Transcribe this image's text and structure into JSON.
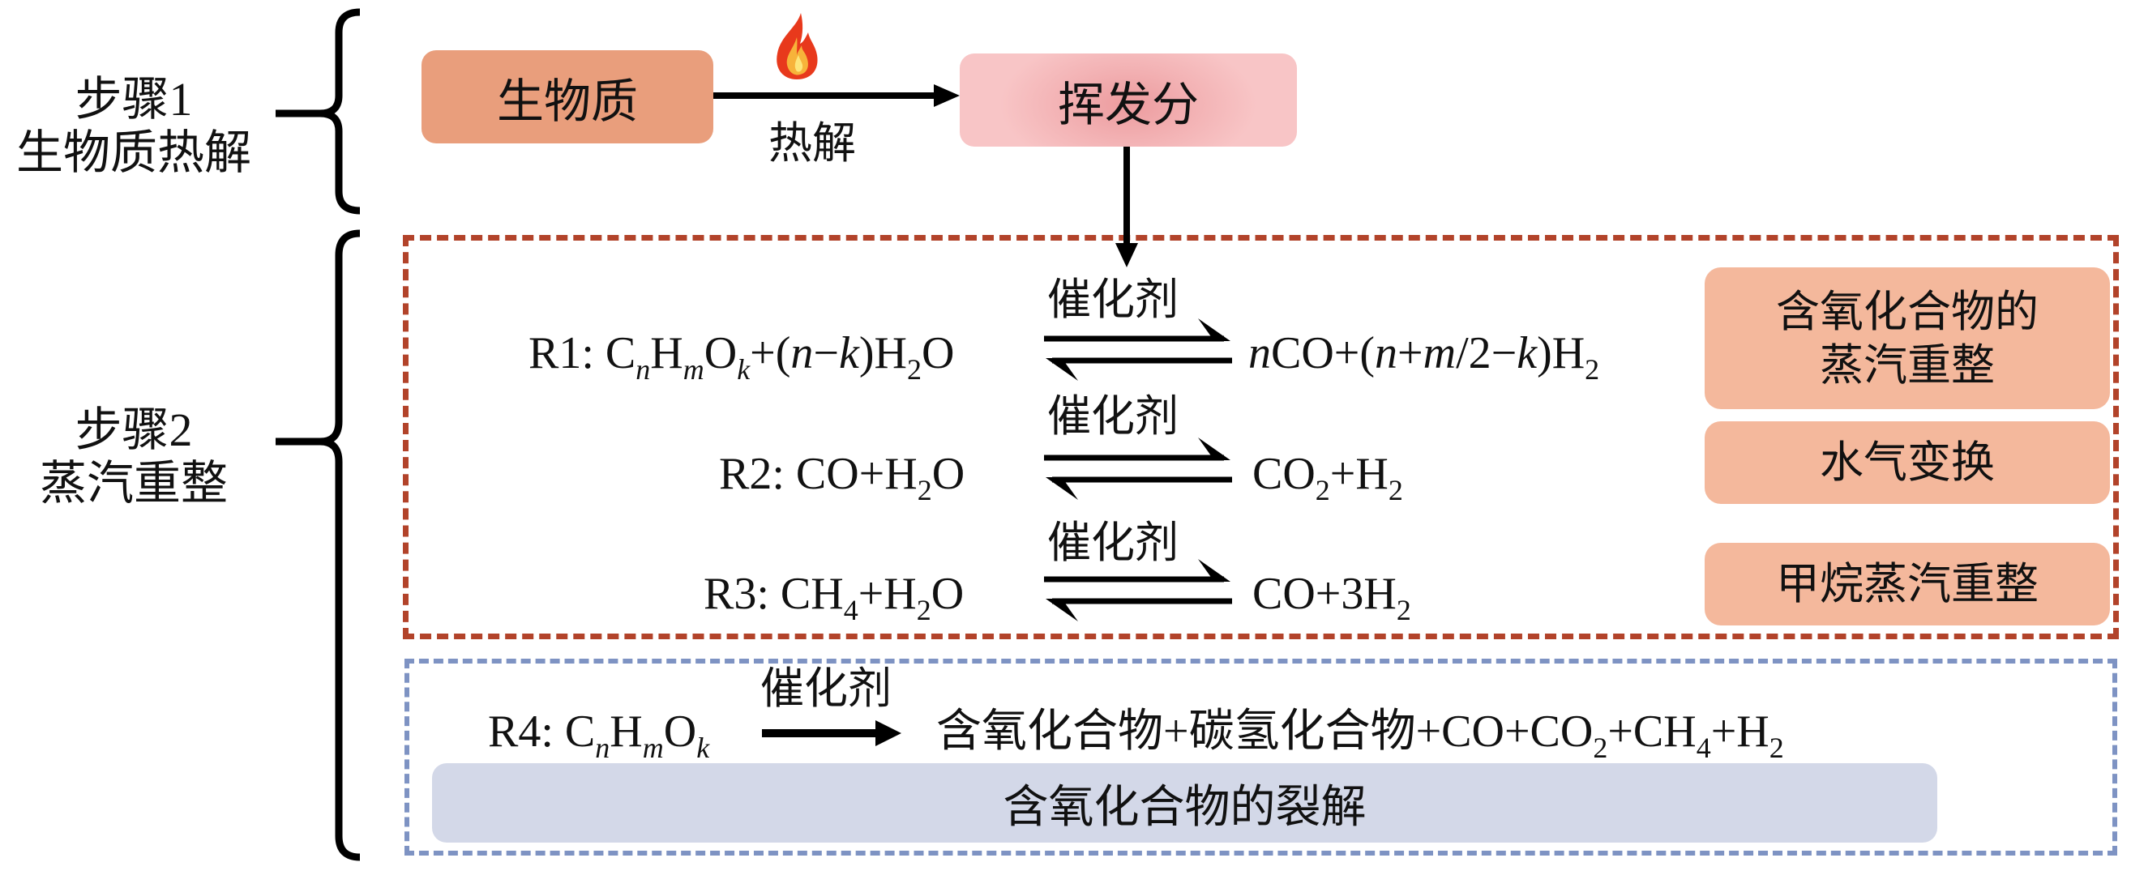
{
  "step1": {
    "line1": "步骤1",
    "line2": "生物质热解"
  },
  "step2": {
    "line1": "步骤2",
    "line2": "蒸汽重整"
  },
  "nodes": {
    "biomass": "生物质",
    "volatile": "挥发分",
    "pyrolysis_label": "热解"
  },
  "icons": {
    "heat": "flame-icon"
  },
  "catalyst_label": "催化剂",
  "reactions": {
    "r1": {
      "id": "R1",
      "lhs": [
        {
          "t": "C"
        },
        {
          "t": "n",
          "sub": true,
          "it": true
        },
        {
          "t": "H"
        },
        {
          "t": "m",
          "sub": true,
          "it": true
        },
        {
          "t": "O"
        },
        {
          "t": "k",
          "sub": true,
          "it": true
        },
        {
          "t": "+("
        },
        {
          "t": "n",
          "it": true
        },
        {
          "t": "−"
        },
        {
          "t": "k",
          "it": true
        },
        {
          "t": ")H"
        },
        {
          "t": "2",
          "sub": true
        },
        {
          "t": "O"
        }
      ],
      "rhs": [
        {
          "t": "n",
          "it": true
        },
        {
          "t": "CO+("
        },
        {
          "t": "n",
          "it": true
        },
        {
          "t": "+"
        },
        {
          "t": "m",
          "it": true
        },
        {
          "t": "/2−"
        },
        {
          "t": "k",
          "it": true
        },
        {
          "t": ")H"
        },
        {
          "t": "2",
          "sub": true
        }
      ],
      "arrow": "equilibrium"
    },
    "r2": {
      "id": "R2",
      "lhs": [
        {
          "t": "CO+H"
        },
        {
          "t": "2",
          "sub": true
        },
        {
          "t": "O"
        }
      ],
      "rhs": [
        {
          "t": "CO"
        },
        {
          "t": "2",
          "sub": true
        },
        {
          "t": "+H"
        },
        {
          "t": "2",
          "sub": true
        }
      ],
      "arrow": "equilibrium"
    },
    "r3": {
      "id": "R3",
      "lhs": [
        {
          "t": "CH"
        },
        {
          "t": "4",
          "sub": true
        },
        {
          "t": "+H"
        },
        {
          "t": "2",
          "sub": true
        },
        {
          "t": "O"
        }
      ],
      "rhs": [
        {
          "t": "CO+3H"
        },
        {
          "t": "2",
          "sub": true
        }
      ],
      "arrow": "equilibrium"
    },
    "r4": {
      "id": "R4",
      "lhs": [
        {
          "t": "C"
        },
        {
          "t": "n",
          "sub": true,
          "it": true
        },
        {
          "t": "H"
        },
        {
          "t": "m",
          "sub": true,
          "it": true
        },
        {
          "t": "O"
        },
        {
          "t": "k",
          "sub": true,
          "it": true
        }
      ],
      "rhs": [
        {
          "t": "含氧化合物+碳氢化合物+CO+CO"
        },
        {
          "t": "2",
          "sub": true
        },
        {
          "t": "+CH"
        },
        {
          "t": "4",
          "sub": true
        },
        {
          "t": "+H"
        },
        {
          "t": "2",
          "sub": true
        }
      ],
      "arrow": "forward"
    }
  },
  "process_labels": {
    "oxygenate_reforming_line1": "含氧化合物的",
    "oxygenate_reforming_line2": "蒸汽重整",
    "water_gas_shift": "水气变换",
    "methane_reforming": "甲烷蒸汽重整",
    "oxygenate_cracking": "含氧化合物的裂解"
  },
  "colors": {
    "biomass_box": "#E99E7C",
    "volatile_box": "#F3B3B5",
    "process_box": "#F4B89C",
    "red_dashed_border": "#B2432A",
    "blue_dashed_border": "#7E93C3",
    "cracking_bar": "#D3D8E8"
  }
}
